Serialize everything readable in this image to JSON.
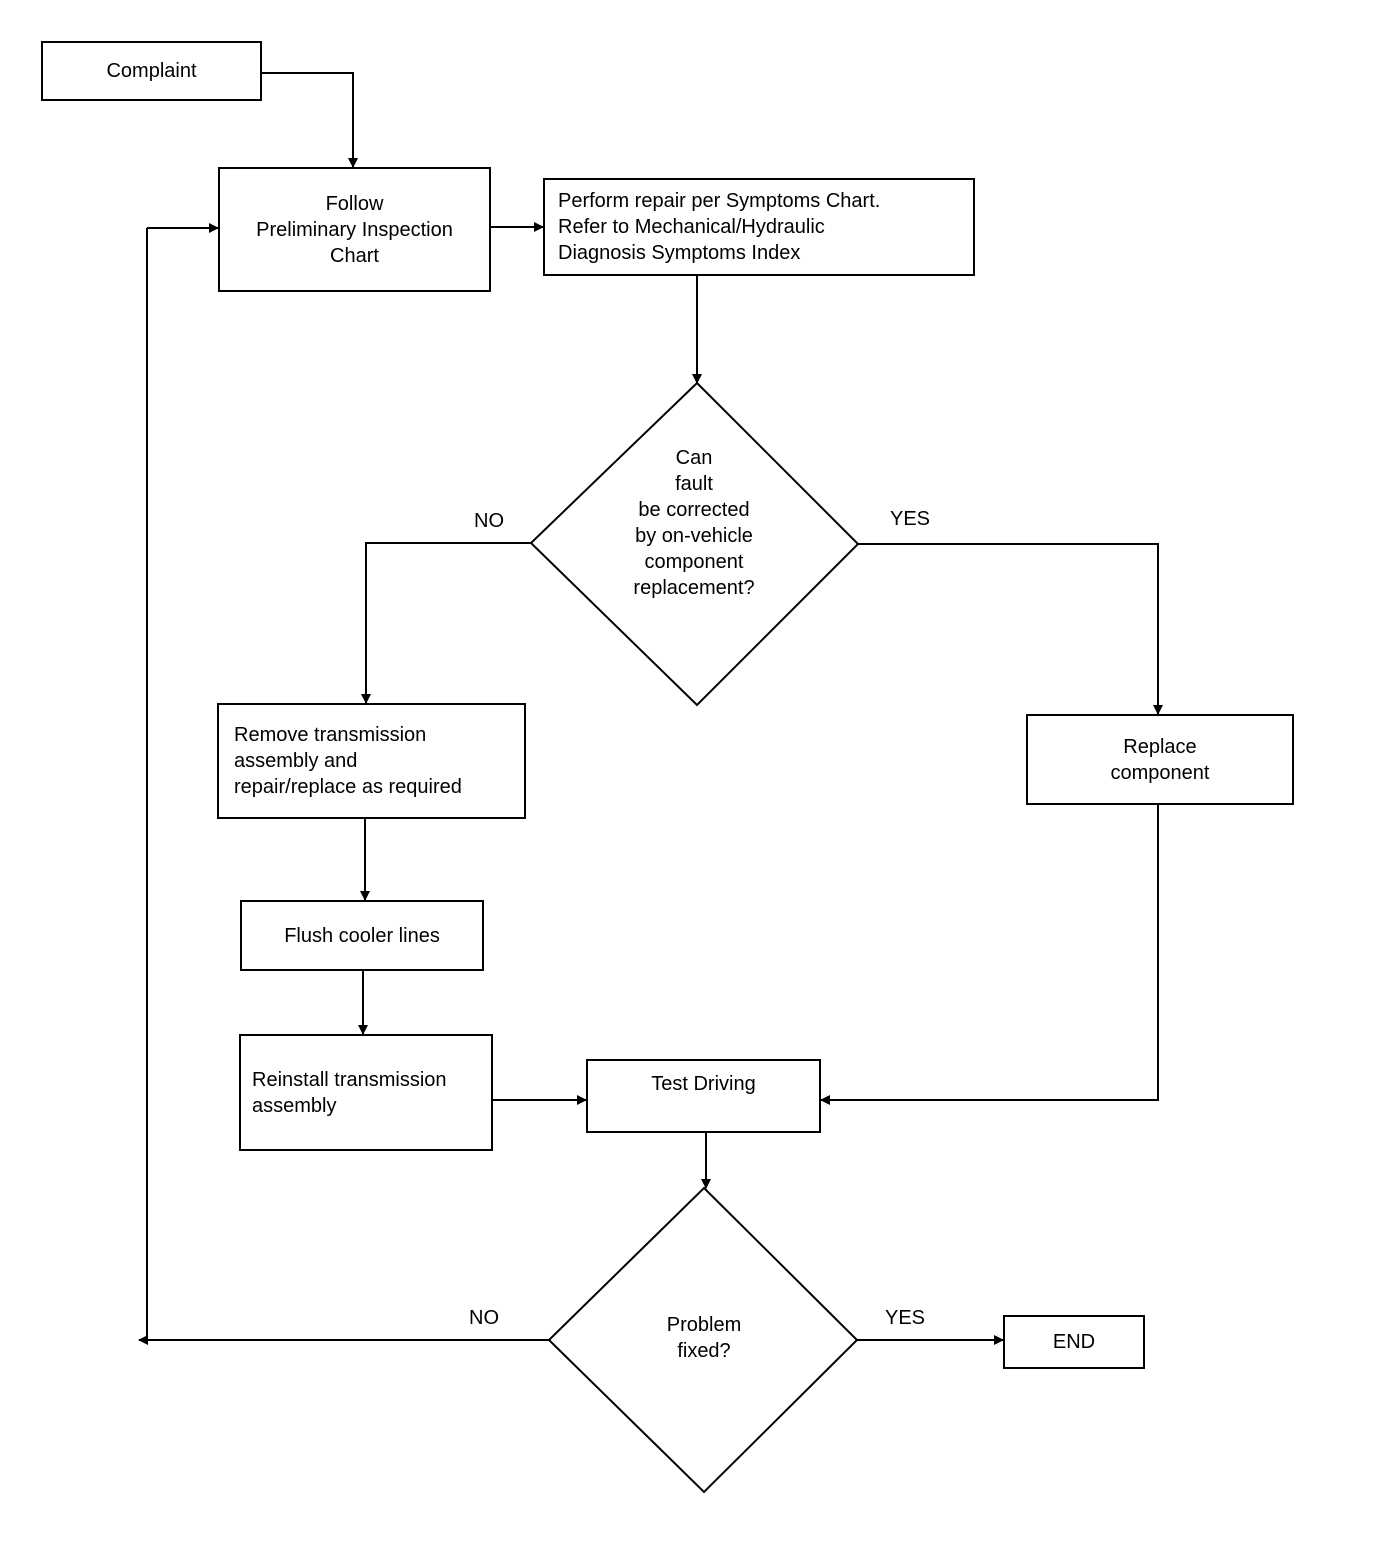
{
  "nodes": {
    "complaint": [
      "Complaint"
    ],
    "preliminary": [
      "Follow",
      "Preliminary Inspection",
      "Chart"
    ],
    "perform_repair": [
      "Perform repair per Symptoms Chart.",
      "Refer to Mechanical/Hydraulic",
      "Diagnosis Symptoms Index"
    ],
    "decision_fault": [
      "Can",
      "fault",
      "be corrected",
      "by on-vehicle",
      "component",
      "replacement?"
    ],
    "remove_transmission": [
      "Remove transmission",
      "assembly and",
      "repair/replace as required"
    ],
    "flush": [
      "Flush cooler lines"
    ],
    "reinstall": [
      "Reinstall transmission",
      "assembly"
    ],
    "test_driving": [
      "Test Driving"
    ],
    "replace_component": [
      "Replace",
      "component"
    ],
    "decision_fixed": [
      "Problem",
      "fixed?"
    ],
    "end": [
      "END"
    ]
  },
  "edge_labels": {
    "fault_no": "NO",
    "fault_yes": "YES",
    "fixed_no": "NO",
    "fixed_yes": "YES"
  }
}
